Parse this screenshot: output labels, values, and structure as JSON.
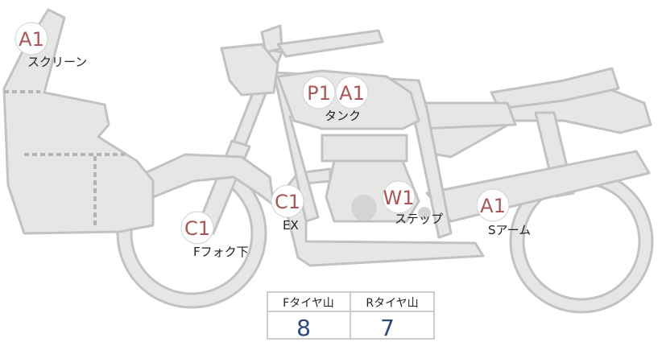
{
  "markers": [
    {
      "id": "screen",
      "code": "A1",
      "label": "スクリーン"
    },
    {
      "id": "tank-p",
      "code": "P1",
      "label": ""
    },
    {
      "id": "tank-a",
      "code": "A1",
      "label": "タンク"
    },
    {
      "id": "ffork",
      "code": "C1",
      "label": "Fフォク下"
    },
    {
      "id": "ex",
      "code": "C1",
      "label": "EX"
    },
    {
      "id": "step",
      "code": "W1",
      "label": "ステップ"
    },
    {
      "id": "sarm",
      "code": "A1",
      "label": "Sアーム"
    }
  ],
  "tread_table": {
    "headers": [
      "Fタイヤ山",
      "Rタイヤ山"
    ],
    "values": [
      "8",
      "7"
    ]
  },
  "colors": {
    "body_fill": "#e6e6e4",
    "body_stroke": "#c2c2c0",
    "marker_text": "#a85656",
    "value_text": "#2d4a7a"
  }
}
